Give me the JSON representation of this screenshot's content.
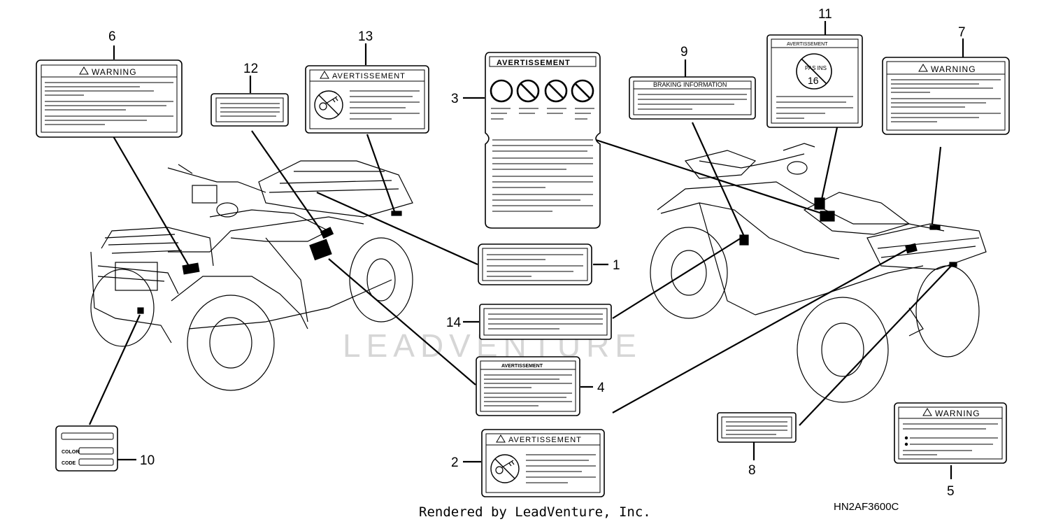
{
  "callouts": {
    "c1": "1",
    "c2": "2",
    "c3": "3",
    "c4": "4",
    "c5": "5",
    "c6": "6",
    "c7": "7",
    "c8": "8",
    "c9": "9",
    "c10": "10",
    "c11": "11",
    "c12": "12",
    "c13": "13",
    "c14": "14"
  },
  "labels": {
    "warning_6": "WARNING",
    "warning_7": "WARNING",
    "warning_5": "WARNING",
    "avert_13": "AVERTISSEMENT",
    "avert_3": "AVERTISSEMENT",
    "avert_4": "AVERTISSEMENT",
    "avert_2": "AVERTISSEMENT",
    "avert_11": "AVERTISSEMENT",
    "braking_9": "BRAKING INFORMATION",
    "color_10": "COLOR",
    "code_10": "CODE",
    "no_riders_11": "PAS INS",
    "age_11": "16"
  },
  "watermark": "LEADVENTURE",
  "footer": {
    "credit": "Rendered by LeadVenture, Inc.",
    "diagram_code": "HN2AF3600C"
  }
}
